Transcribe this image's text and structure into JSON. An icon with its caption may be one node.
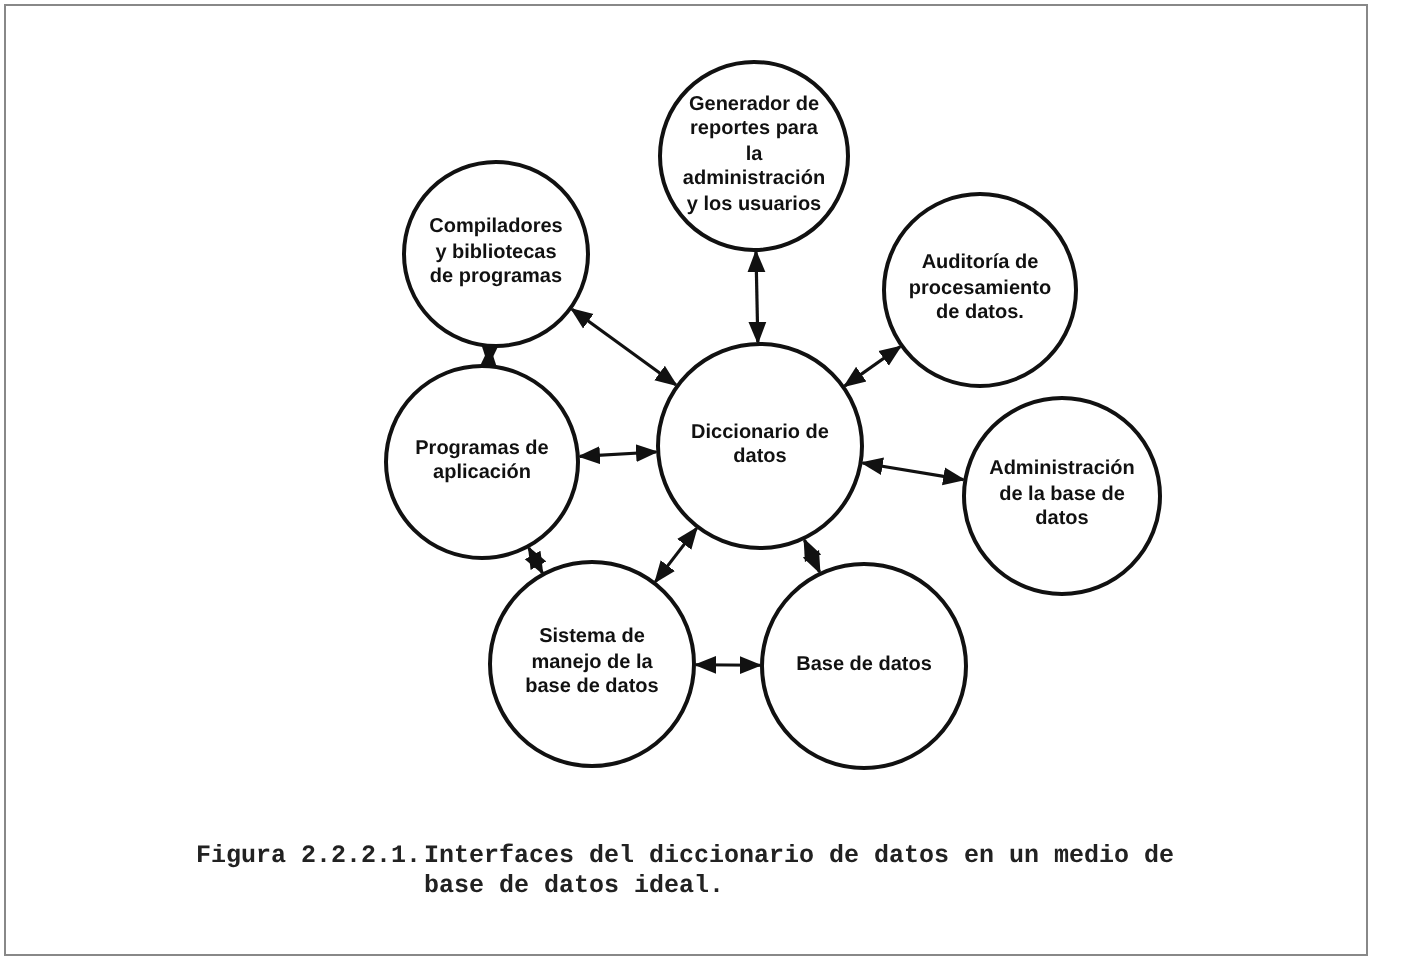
{
  "diagram": {
    "caption": "Interfaces del diccionario de datos en un medio de base de datos ideal.",
    "nodes": [
      {
        "text": [
          "Compiladores y bibliotecas de programas"
        ]
      },
      {
        "text": [
          "Generador de reportes para la administración y los usuarios"
        ]
      },
      {
        "text": [
          "Auditoría de procesamiento de datos."
        ]
      },
      {
        "text": [
          "Programas de aplicación"
        ]
      },
      {
        "text": [
          "Diccionario de datos"
        ]
      },
      {
        "text": [
          "Administración de la base de datos"
        ]
      },
      {
        "text": [
          "Sistema de manejo de la base de datos"
        ]
      },
      {
        "text": [
          "Base de datos"
        ]
      }
    ],
    "edges": [
      {
        "from": 4,
        "to": 0,
        "arrow": "both"
      },
      {
        "from": 4,
        "to": 1,
        "arrow": "both"
      },
      {
        "from": 4,
        "to": 2,
        "arrow": "both"
      },
      {
        "from": 4,
        "to": 3,
        "arrow": "both"
      },
      {
        "from": 4,
        "to": 5,
        "arrow": "both"
      },
      {
        "from": 4,
        "to": 6,
        "arrow": "both"
      },
      {
        "from": 4,
        "to": 7,
        "arrow": "both"
      },
      {
        "from": 3,
        "to": 0,
        "arrow": "both"
      },
      {
        "from": 3,
        "to": 6,
        "arrow": "both"
      },
      {
        "from": 6,
        "to": 7,
        "arrow": "both"
      }
    ],
    "labels": [
      "Figura 2.2.2.1."
    ]
  }
}
